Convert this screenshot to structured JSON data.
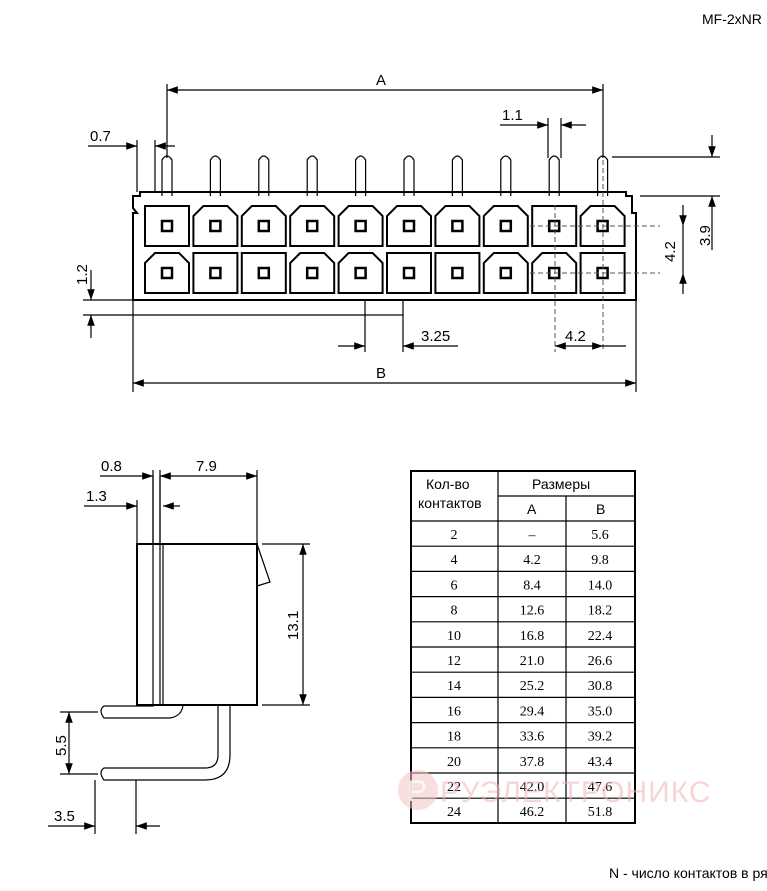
{
  "model_code": "MF-2xNR",
  "footnote": "N - число контактов в ряду",
  "watermark": "РУЭЛЕКТРОНИКС",
  "watermark_logo": "P",
  "dimensions": {
    "top_view": {
      "A": "A",
      "B": "B",
      "d_0_7": "0.7",
      "d_1_1": "1.1",
      "d_1_2": "1.2",
      "d_3_9": "3.9",
      "d_4_2_v": "4.2",
      "d_4_2_h": "4.2",
      "d_3_25": "3.25"
    },
    "side_view": {
      "d_0_8": "0.8",
      "d_7_9": "7.9",
      "d_1_3": "1.3",
      "d_13_1": "13.1",
      "d_5_5": "5.5",
      "d_3_5": "3.5"
    }
  },
  "table": {
    "header_count_line1": "Кол-во",
    "header_count_line2": "контактов",
    "header_sizes": "Размеры",
    "col_a": "A",
    "col_b": "B",
    "rows": [
      {
        "n": "2",
        "a": "–",
        "b": "5.6"
      },
      {
        "n": "4",
        "a": "4.2",
        "b": "9.8"
      },
      {
        "n": "6",
        "a": "8.4",
        "b": "14.0"
      },
      {
        "n": "8",
        "a": "12.6",
        "b": "18.2"
      },
      {
        "n": "10",
        "a": "16.8",
        "b": "22.4"
      },
      {
        "n": "12",
        "a": "21.0",
        "b": "26.6"
      },
      {
        "n": "14",
        "a": "25.2",
        "b": "30.8"
      },
      {
        "n": "16",
        "a": "29.4",
        "b": "35.0"
      },
      {
        "n": "18",
        "a": "33.6",
        "b": "39.2"
      },
      {
        "n": "20",
        "a": "37.8",
        "b": "43.4"
      },
      {
        "n": "22",
        "a": "42.0",
        "b": "47.6"
      },
      {
        "n": "24",
        "a": "46.2",
        "b": "51.8"
      }
    ]
  }
}
